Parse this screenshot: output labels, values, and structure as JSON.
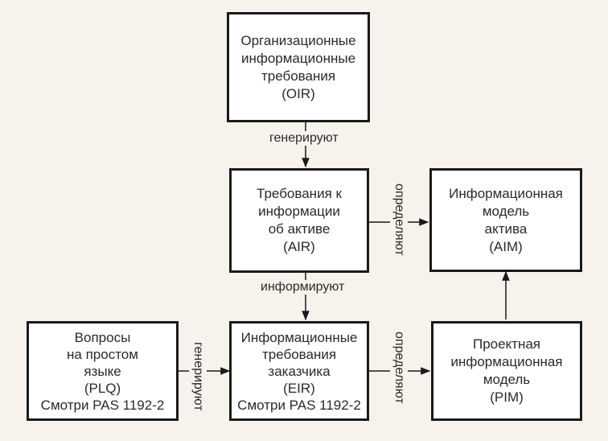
{
  "nodes": {
    "oir": {
      "lines": [
        "Организационные",
        "информационные",
        "требования",
        "(OIR)"
      ]
    },
    "air": {
      "lines": [
        "Требования к",
        "информации",
        "об активе",
        "(AIR)"
      ]
    },
    "aim": {
      "lines": [
        "Информационная",
        "модель",
        "актива",
        "(AIM)"
      ]
    },
    "plq": {
      "lines": [
        "Вопросы",
        "на простом",
        "языке",
        "(PLQ)",
        "Смотри PAS 1192-2"
      ]
    },
    "eir": {
      "lines": [
        "Информационные",
        "требования",
        "заказчика",
        "(EIR)",
        "Смотри PAS 1192-2"
      ]
    },
    "pim": {
      "lines": [
        "Проектная",
        "информационная",
        "модель",
        "(PIM)"
      ]
    }
  },
  "edges": {
    "oir_air": "генерируют",
    "air_aim": "определяют",
    "air_eir": "информируют",
    "plq_eir": "генерируют",
    "eir_pim": "определяют"
  },
  "colors": {
    "background": "#f7f2ec",
    "box_fill": "#ffffff",
    "stroke": "#1a1a1a"
  }
}
